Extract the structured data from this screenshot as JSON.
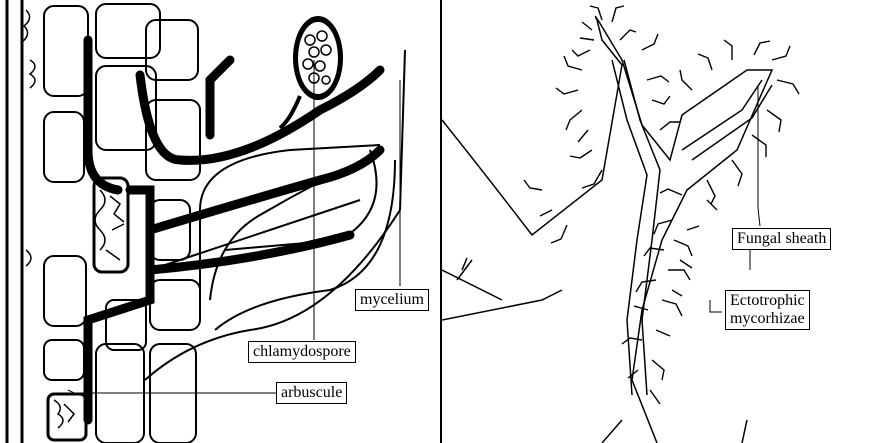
{
  "left_panel": {
    "labels": {
      "mycelium": "mycelium",
      "chlamydospore": "chlamydospore",
      "arbuscule": "arbuscule"
    }
  },
  "right_panel": {
    "labels": {
      "fungal_sheath": "Fungal sheath",
      "ectotrophic_line1": "Ectotrophic",
      "ectotrophic_line2": "mycorhizae"
    }
  },
  "colors": {
    "ink": "#000000",
    "background": "#ffffff"
  }
}
